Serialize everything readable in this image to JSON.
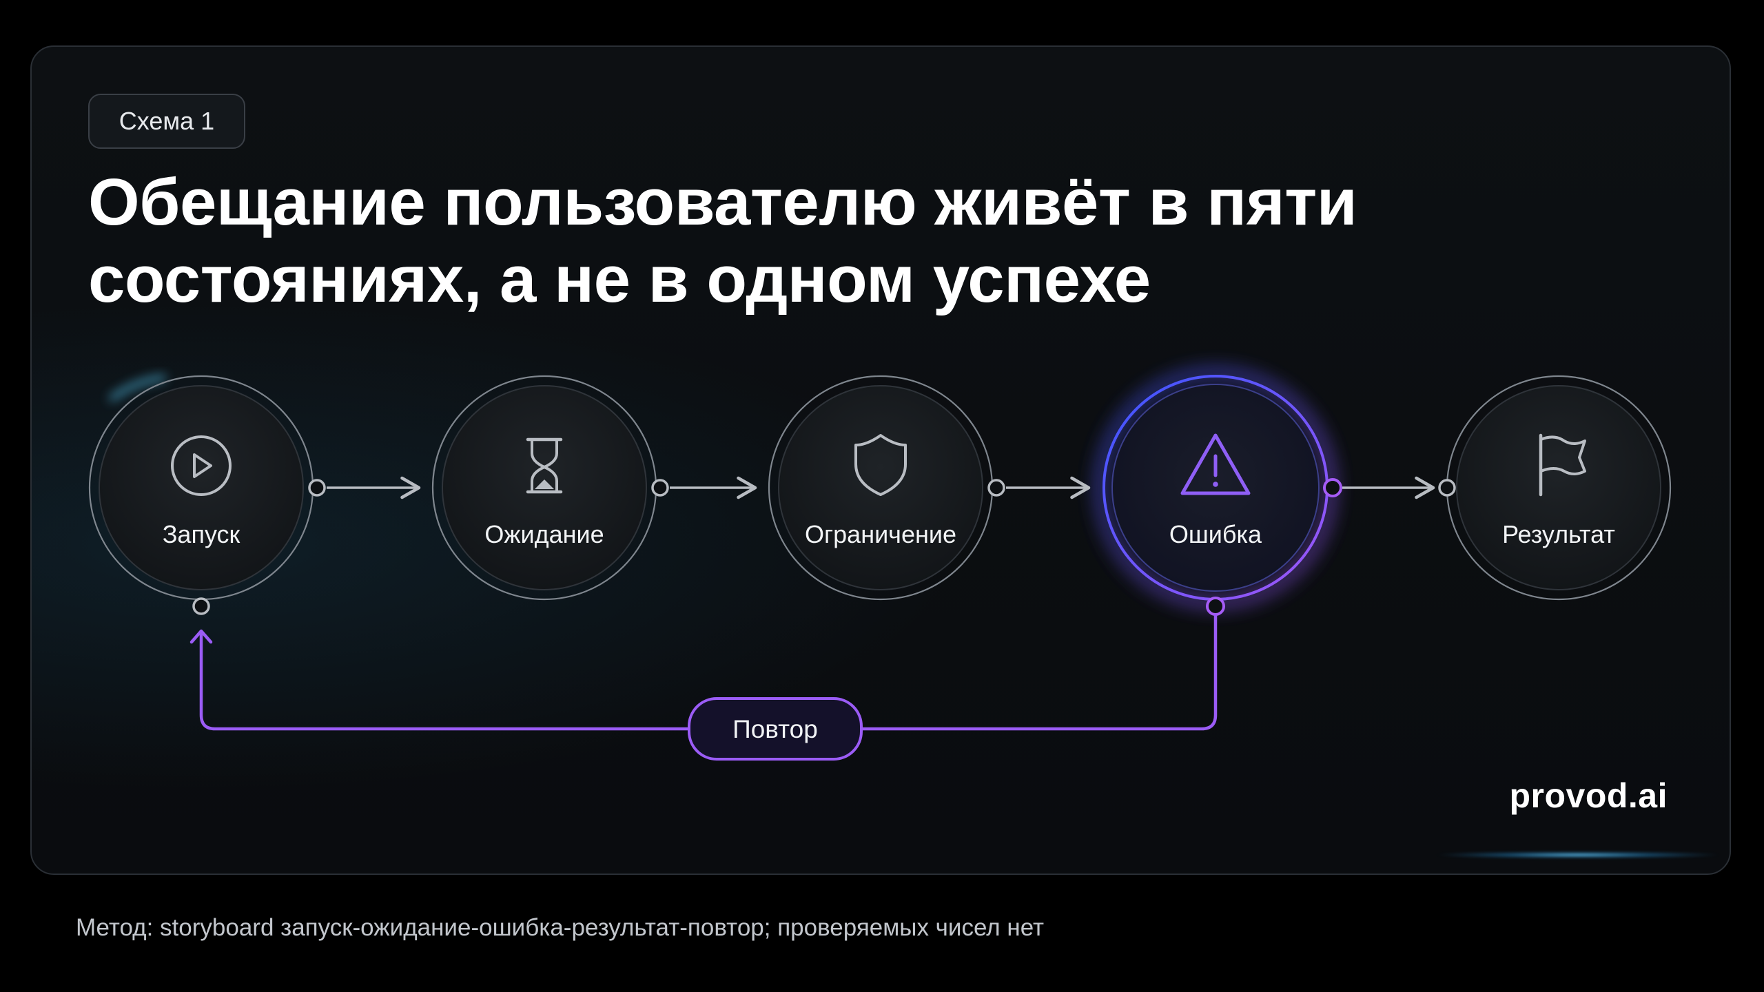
{
  "badge": {
    "label": "Схема 1"
  },
  "title": "Обещание пользователю живёт в пяти состояниях, а не в одном успехе",
  "nodes": [
    {
      "label": "Запуск",
      "icon": "play-icon"
    },
    {
      "label": "Ожидание",
      "icon": "hourglass-icon"
    },
    {
      "label": "Ограничение",
      "icon": "shield-icon"
    },
    {
      "label": "Ошибка",
      "icon": "warning-icon",
      "highlight": true
    },
    {
      "label": "Результат",
      "icon": "flag-icon"
    }
  ],
  "loop": {
    "label": "Повтор",
    "from": "Ошибка",
    "to": "Запуск"
  },
  "brand": "provod.ai",
  "footnote": "Метод: storyboard запуск-ожидание-ошибка-результат-повтор; проверяемых чисел нет",
  "colors": {
    "background": "#000000",
    "card": "#0b0e11",
    "node_border": "#8a8f96",
    "connector": "#b8bcc2",
    "accent_purple": "#9b5cf6",
    "accent_blue": "#3a4cff",
    "accent_cyan": "#5ad2ff"
  }
}
